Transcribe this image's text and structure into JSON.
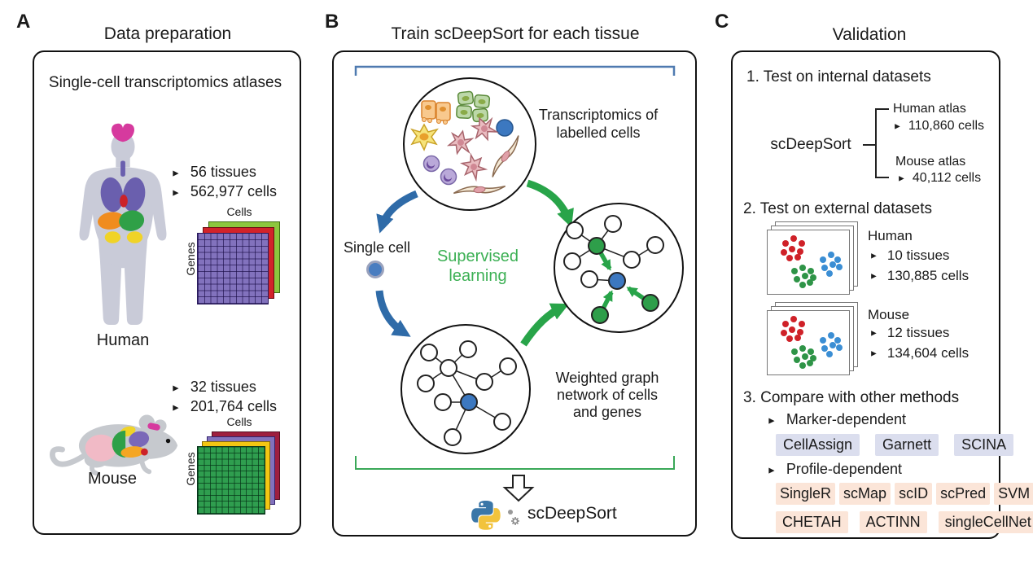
{
  "ui": {
    "bullet": "►"
  },
  "colors": {
    "supervised_green": "#3cb054",
    "arrow_blue": "#2f6ba8",
    "arrow_green": "#28a449",
    "bracket_blue": "#4f7ab0",
    "bracket_green": "#3aa858",
    "marker_chip_bg": "#dbdeee",
    "profile_chip_bg": "#fbe5d8"
  },
  "panelA": {
    "letter": "A",
    "title": "Data preparation",
    "subtitle": "Single-cell transcriptomics atlases",
    "human": {
      "label": "Human",
      "tissues": "56 tissues",
      "cells": "562,977 cells"
    },
    "mouse": {
      "label": "Mouse",
      "tissues": "32 tissues",
      "cells": "201,764 cells"
    },
    "matrix": {
      "col_label": "Cells",
      "row_label": "Genes"
    }
  },
  "panelB": {
    "letter": "B",
    "title": "Train scDeepSort for each tissue",
    "top_circle_caption": "Transcriptomics of\nlabelled cells",
    "single_cell_label": "Single cell",
    "supervised_label": "Supervised\nlearning",
    "graph_caption": "Weighted graph\nnetwork of cells\nand genes",
    "output_label": "scDeepSort"
  },
  "panelC": {
    "letter": "C",
    "title": "Validation",
    "internal": {
      "heading": "1. Test on internal datasets",
      "root_label": "scDeepSort",
      "human_branch": {
        "label": "Human atlas",
        "cells": "110,860 cells"
      },
      "mouse_branch": {
        "label": "Mouse atlas",
        "cells": "40,112 cells"
      }
    },
    "external": {
      "heading": "2. Test on external datasets",
      "human": {
        "label": "Human",
        "tissues": "10 tissues",
        "cells": "130,885 cells"
      },
      "mouse": {
        "label": "Mouse",
        "tissues": "12 tissues",
        "cells": "134,604 cells"
      }
    },
    "compare": {
      "heading": "3. Compare with other methods",
      "marker_heading": "Marker-dependent",
      "marker_methods": [
        "CellAssign",
        "Garnett",
        "SCINA"
      ],
      "profile_heading": "Profile-dependent",
      "profile_row1": [
        "SingleR",
        "scMap",
        "scID",
        "scPred",
        "SVM"
      ],
      "profile_row2": [
        "CHETAH",
        "ACTINN",
        "singleCellNet"
      ]
    }
  }
}
